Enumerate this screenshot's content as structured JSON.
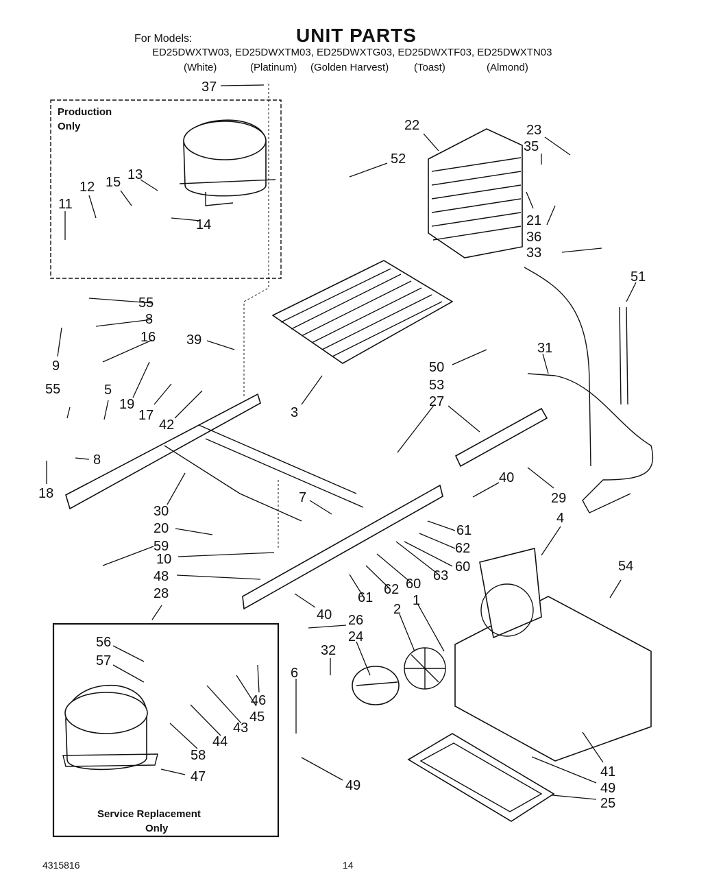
{
  "header": {
    "for_models": "For Models:",
    "title": "UNIT PARTS",
    "models": "ED25DWXTW03, ED25DWXTM03, ED25DWXTG03, ED25DWXTF03, ED25DWXTN03",
    "colors": [
      "(White)",
      "(Platinum)",
      "(Golden Harvest)",
      "(Toast)",
      "(Almond)"
    ]
  },
  "boxes": {
    "production_line1": "Production",
    "production_line2": "Only",
    "service_line1": "Service Replacement",
    "service_line2": "Only"
  },
  "footer": {
    "doc_number": "4315816",
    "page": "14"
  },
  "callouts": [
    "37",
    "22",
    "52",
    "23",
    "35",
    "13",
    "15",
    "12",
    "11",
    "14",
    "21",
    "36",
    "33",
    "51",
    "55",
    "8",
    "16",
    "39",
    "9",
    "50",
    "31",
    "5",
    "19",
    "53",
    "27",
    "17",
    "42",
    "55",
    "3",
    "8",
    "18",
    "40",
    "29",
    "30",
    "7",
    "4",
    "20",
    "61",
    "59",
    "62",
    "10",
    "60",
    "63",
    "48",
    "54",
    "62",
    "60",
    "61",
    "1",
    "40",
    "2",
    "28",
    "26",
    "32",
    "24",
    "56",
    "57",
    "6",
    "46",
    "45",
    "43",
    "44",
    "58",
    "47",
    "41",
    "49",
    "49",
    "25"
  ]
}
